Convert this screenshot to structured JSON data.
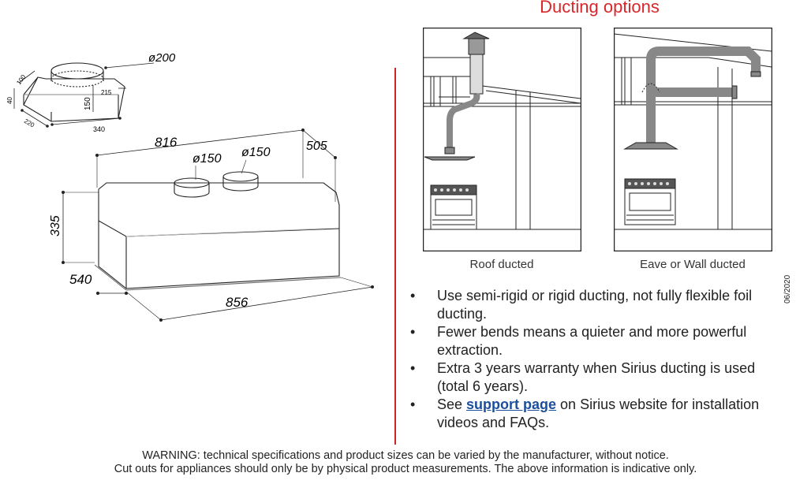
{
  "heading": "Ducting options",
  "captions": {
    "roof": "Roof ducted",
    "eave": "Eave or Wall ducted"
  },
  "date_stamp": "06/2020",
  "dimensions": {
    "adapter_dia": "ø200",
    "adapter_h": "150",
    "adapter_w": "340",
    "adapter_d": "220",
    "adapter_inner_w": "215",
    "adapter_inner_d": "100",
    "adapter_side": "40",
    "top_width": "816",
    "top_depth": "505",
    "spigot1": "ø150",
    "spigot2": "ø150",
    "height": "335",
    "depth": "540",
    "width": "856"
  },
  "bullets": [
    {
      "text": "Use semi-rigid or rigid ducting, not fully flexible foil ducting."
    },
    {
      "text": "Fewer bends means a quieter and more powerful extraction."
    },
    {
      "text": "Extra 3 years warranty when Sirius ducting is used (total 6 years)."
    },
    {
      "pre": "See ",
      "link": "support page",
      "post": " on Sirius website for installation videos and FAQs."
    }
  ],
  "warning": [
    "WARNING: technical specifications and product sizes can be varied by the manufacturer, without notice.",
    "Cut outs for appliances should only be by physical product measurements. The above information is indicative only."
  ]
}
